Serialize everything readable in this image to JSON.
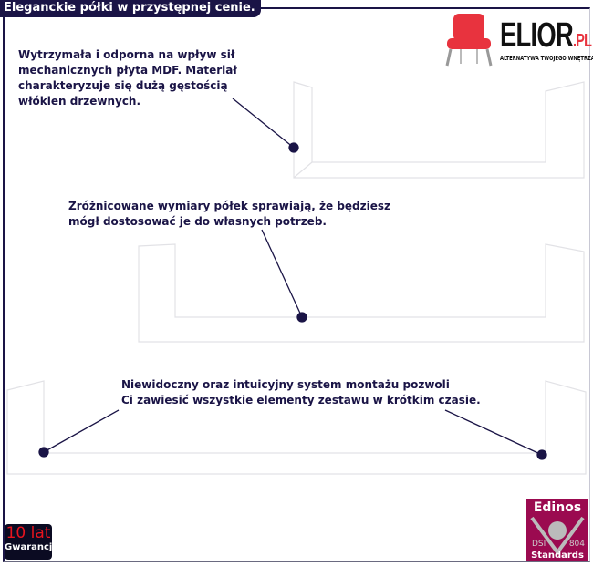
{
  "header": {
    "title": "Eleganckie półki w przystępnej cenie."
  },
  "logo": {
    "brand": "ELIOR",
    "suffix": ".PL",
    "slogan": "ALTERNATYWA TWOJEGO WNĘTRZA"
  },
  "features": [
    {
      "text": "Wytrzymała i odporna na wpływ sił\nmechanicznych płyta MDF. Materiał\ncharakteryzuje się dużą gęstością\nwłókien drzewnych."
    },
    {
      "text": "Zróżnicowane wymiary półek sprawiają, że będziesz\nmógł dostosować je do własnych potrzeb."
    },
    {
      "text": "Niewidoczny oraz intuicyjny system montażu pozwoli\nCi zawiesić wszystkie elementy zestawu w krótkim czasie."
    }
  ],
  "badges": {
    "warranty_years": "10 lat",
    "warranty_label": "Gwarancji",
    "cert_title": "Edinos",
    "cert_left": "DSI",
    "cert_right": "804",
    "cert_bottom": "Standards"
  },
  "colors": {
    "navy": "#1a1446",
    "cert": "#9b0a50",
    "accent": "#e8333e"
  }
}
